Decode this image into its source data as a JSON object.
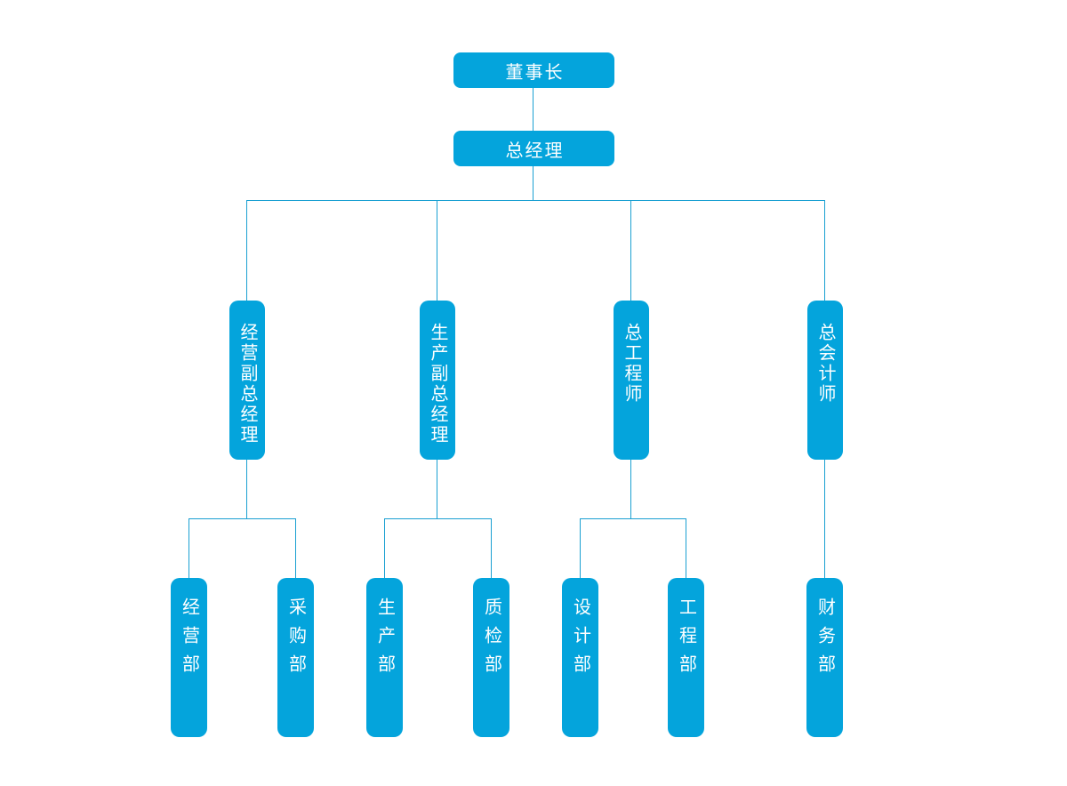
{
  "org_chart": {
    "type": "organization-chart",
    "root": {
      "label": "董事长"
    },
    "executive": {
      "label": "总经理"
    },
    "branches": [
      {
        "label": "经营副总经理",
        "departments": [
          "经营部",
          "采购部"
        ]
      },
      {
        "label": "生产副总经理",
        "departments": [
          "生产部",
          "质检部"
        ]
      },
      {
        "label": "总工程师",
        "departments": [
          "设计部",
          "工程部"
        ]
      },
      {
        "label": "总会计师",
        "departments": [
          "财务部"
        ]
      }
    ]
  },
  "colors": {
    "node_fill": "#04a4dc",
    "connector_line": "#1aa0d2",
    "node_text": "#ffffff",
    "background": "#ffffff"
  }
}
